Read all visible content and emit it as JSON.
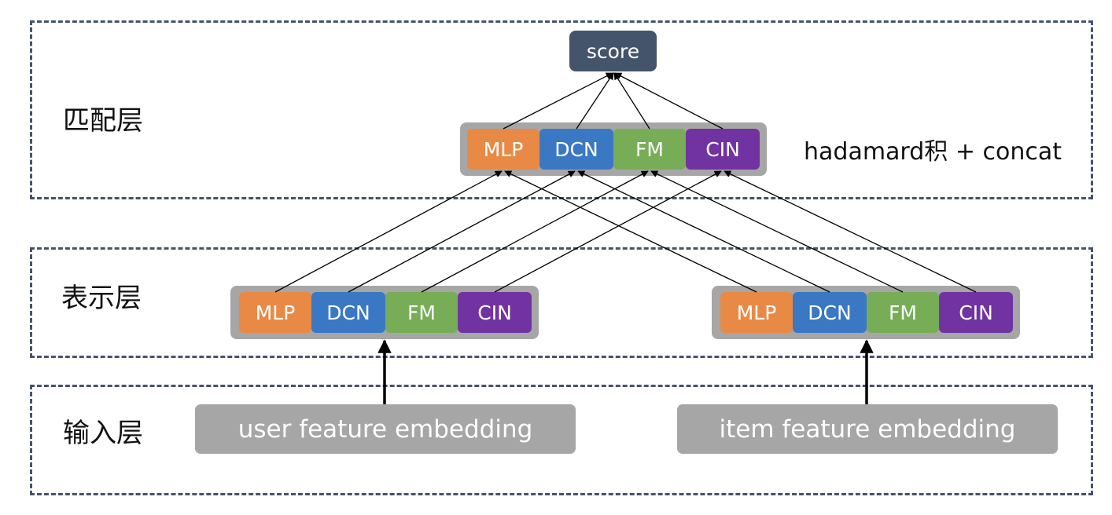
{
  "layers": {
    "match": "匹配层",
    "represent": "表示层",
    "input": "输入层"
  },
  "output": {
    "label": "score"
  },
  "match_note": "hadamard积 + concat",
  "modules": [
    "MLP",
    "DCN",
    "FM",
    "CIN"
  ],
  "inputs": {
    "user": "user feature embedding",
    "item": "item feature embedding"
  }
}
